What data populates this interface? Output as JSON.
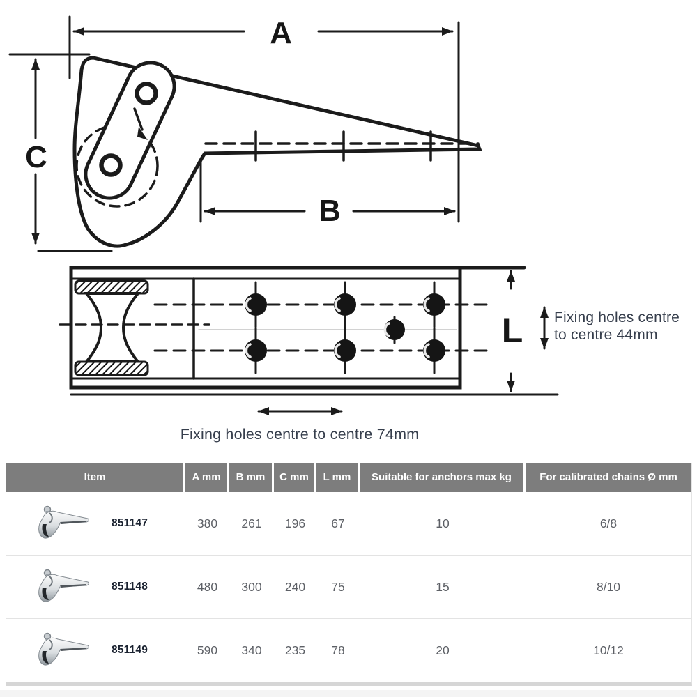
{
  "diagram": {
    "dim_a": "A",
    "dim_b": "B",
    "dim_c": "C",
    "dim_l": "L",
    "note_44_line1": "Fixing holes centre",
    "note_44_line2": "to centre 44mm",
    "note_74": "Fixing holes centre to centre 74mm"
  },
  "table": {
    "headers": [
      "Item",
      "A mm",
      "B mm",
      "C mm",
      "L mm",
      "Suitable for anchors max kg",
      "For calibrated chains Ø mm"
    ],
    "rows": [
      {
        "item": "851147",
        "a_mm": "380",
        "b_mm": "261",
        "c_mm": "196",
        "l_mm": "67",
        "anchor_max_kg": "10",
        "chain_mm": "6/8"
      },
      {
        "item": "851148",
        "a_mm": "480",
        "b_mm": "300",
        "c_mm": "240",
        "l_mm": "75",
        "anchor_max_kg": "15",
        "chain_mm": "8/10"
      },
      {
        "item": "851149",
        "a_mm": "590",
        "b_mm": "340",
        "c_mm": "235",
        "l_mm": "78",
        "anchor_max_kg": "20",
        "chain_mm": "10/12"
      }
    ]
  },
  "colors": {
    "line": "#1b1b1b",
    "header_bg": "#7d7d7d",
    "header_text": "#ffffff",
    "body_text": "#5d6066",
    "item_text": "#1a2230",
    "note_text": "#363e4c"
  }
}
